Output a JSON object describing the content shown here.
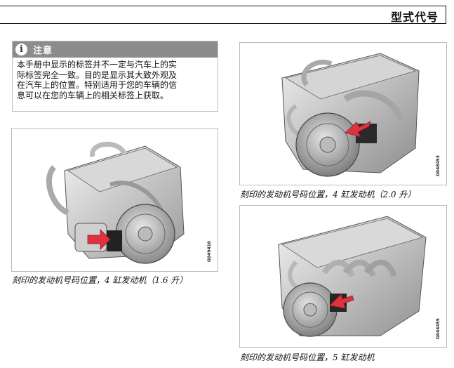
{
  "header": {
    "title": "型式代号"
  },
  "note": {
    "icon": "info-icon",
    "icon_glyph": "i",
    "label": "注意",
    "lines": [
      "本手册中显示的标签并不一定与汽车上的实",
      "际标签完全一致。目的是显示其大致外观及",
      "在汽车上的位置。特别适用于您的车辆的信",
      "息可以在您的车辆上的相关标签上获取。"
    ]
  },
  "figures": [
    {
      "code": "G049410",
      "caption": "刻印的发动机号码位置，4 缸发动机（1.6 升）"
    },
    {
      "code": "G048453",
      "caption": "刻印的发动机号码位置，4 缸发动机（2.0 升）"
    },
    {
      "code": "G044455",
      "caption": "刻印的发动机号码位置，5 缸发动机"
    }
  ],
  "colors": {
    "arrow": "#e0313f",
    "note_head": "#8c8c8c",
    "figure_border": "#bdbdbd"
  }
}
